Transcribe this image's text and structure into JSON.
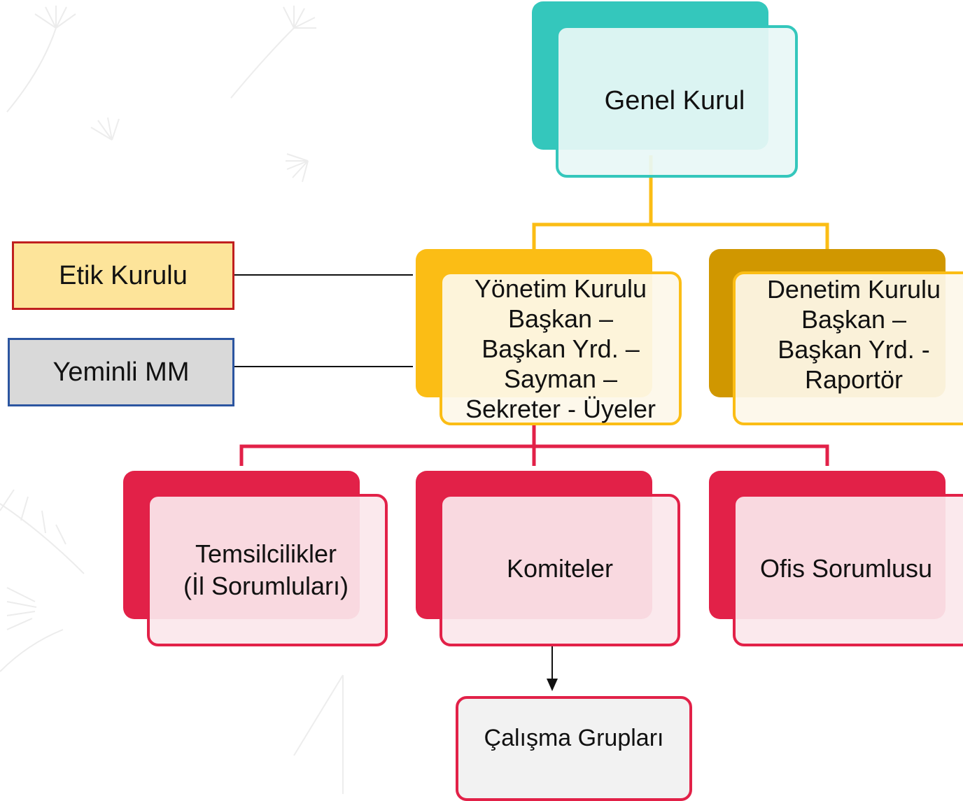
{
  "nodes": {
    "genel_kurul": "Genel Kurul",
    "yonetim_kurulu": [
      "Yönetim Kurulu",
      "Başkan –",
      "Başkan Yrd. –",
      "Sayman –",
      "Sekreter - Üyeler"
    ],
    "denetim_kurulu": [
      "Denetim Kurulu",
      "Başkan –",
      "Başkan Yrd. -",
      "Raportör"
    ],
    "etik_kurulu": "Etik Kurulu",
    "yeminli_mm": "Yeminli MM",
    "temsilcilikler": [
      "Temsilcilikler",
      "(İl Sorumluları)"
    ],
    "komiteler": "Komiteler",
    "ofis_sorumlusu": "Ofis Sorumlusu",
    "calisma_gruplari": "Çalışma Grupları"
  },
  "colors": {
    "teal": "#34c7bc",
    "gold": "#fbbd15",
    "dark_gold": "#d09700",
    "crimson": "#e22148",
    "etik_fill": "#fde49a",
    "etik_border": "#c01f1f",
    "yeminli_fill": "#d9d9d9",
    "yeminli_border": "#2b55a0"
  }
}
